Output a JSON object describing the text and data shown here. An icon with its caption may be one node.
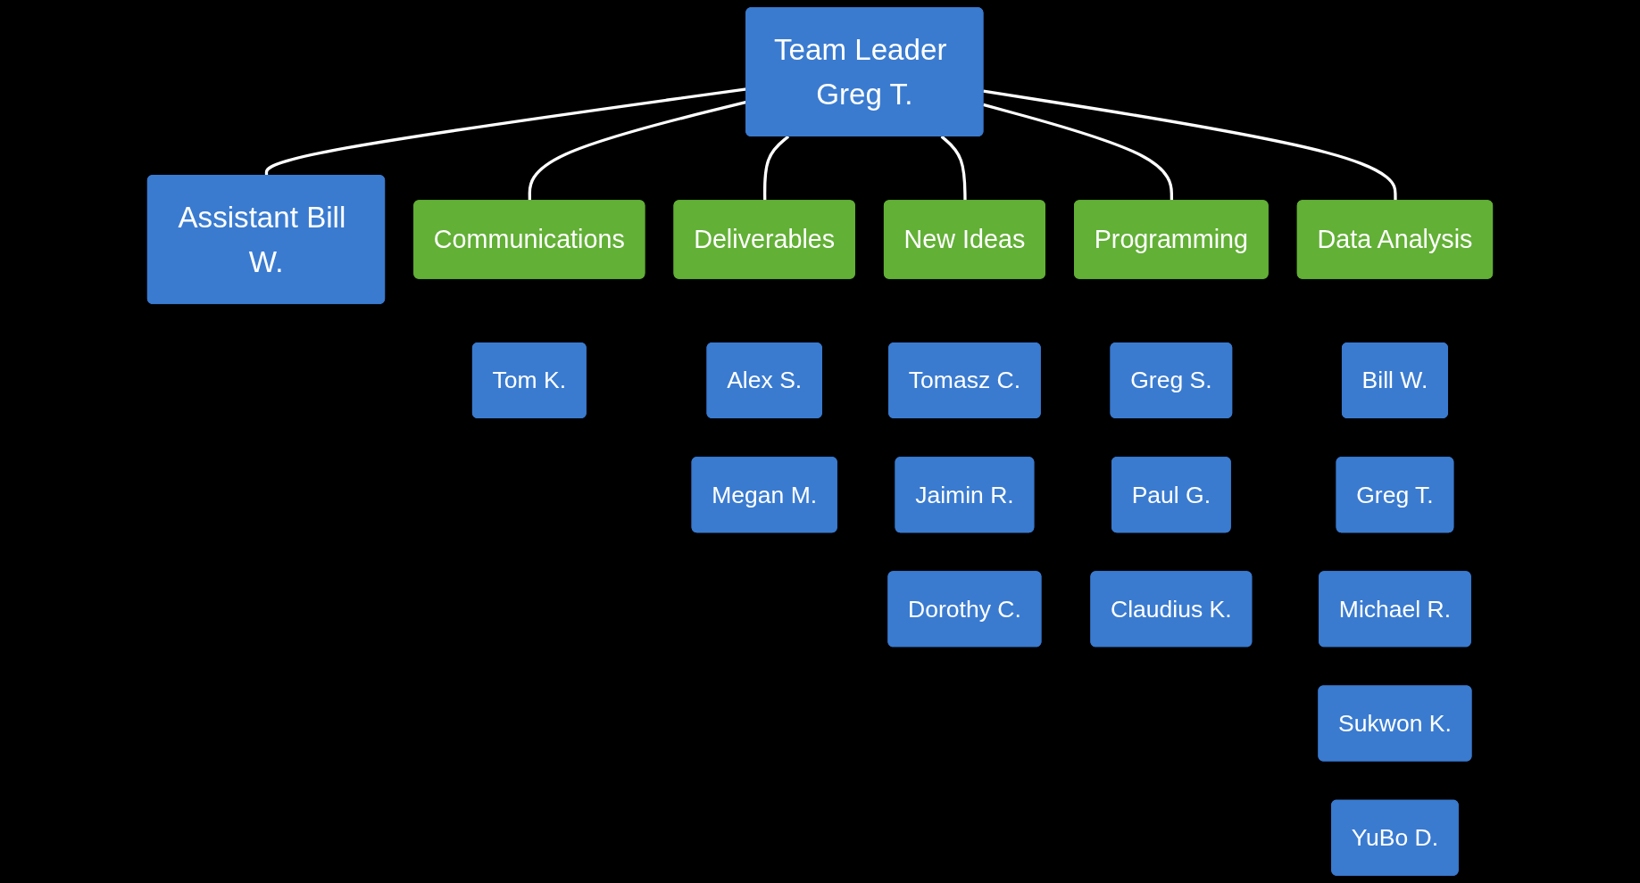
{
  "diagram": {
    "nodes": [
      {
        "text": [
          "Team Leader Greg T."
        ]
      },
      {
        "text": [
          "Assistant Bill W."
        ]
      },
      {
        "text": [
          "Communications"
        ]
      },
      {
        "text": [
          "Deliverables"
        ]
      },
      {
        "text": [
          "New Ideas"
        ]
      },
      {
        "text": [
          "Programming"
        ]
      },
      {
        "text": [
          "Data Analysis"
        ]
      },
      {
        "text": [
          "Tom K."
        ]
      },
      {
        "text": [
          "Alex S."
        ]
      },
      {
        "text": [
          "Megan M."
        ]
      },
      {
        "text": [
          "Tomasz C."
        ]
      },
      {
        "text": [
          "Jaimin R."
        ]
      },
      {
        "text": [
          "Dorothy C."
        ]
      },
      {
        "text": [
          "Greg S."
        ]
      },
      {
        "text": [
          "Paul G."
        ]
      },
      {
        "text": [
          "Claudius K."
        ]
      },
      {
        "text": [
          "Bill W."
        ]
      },
      {
        "text": [
          "Greg T."
        ]
      },
      {
        "text": [
          "Michael R."
        ]
      },
      {
        "text": [
          "Sukwon K."
        ]
      },
      {
        "text": [
          "YuBo D."
        ]
      }
    ],
    "edges": [
      {
        "from": 0,
        "to": 1,
        "arrow": "none"
      },
      {
        "from": 0,
        "to": 2,
        "arrow": "none"
      },
      {
        "from": 0,
        "to": 3,
        "arrow": "none"
      },
      {
        "from": 0,
        "to": 4,
        "arrow": "none"
      },
      {
        "from": 0,
        "to": 5,
        "arrow": "none"
      },
      {
        "from": 0,
        "to": 6,
        "arrow": "none"
      }
    ]
  }
}
